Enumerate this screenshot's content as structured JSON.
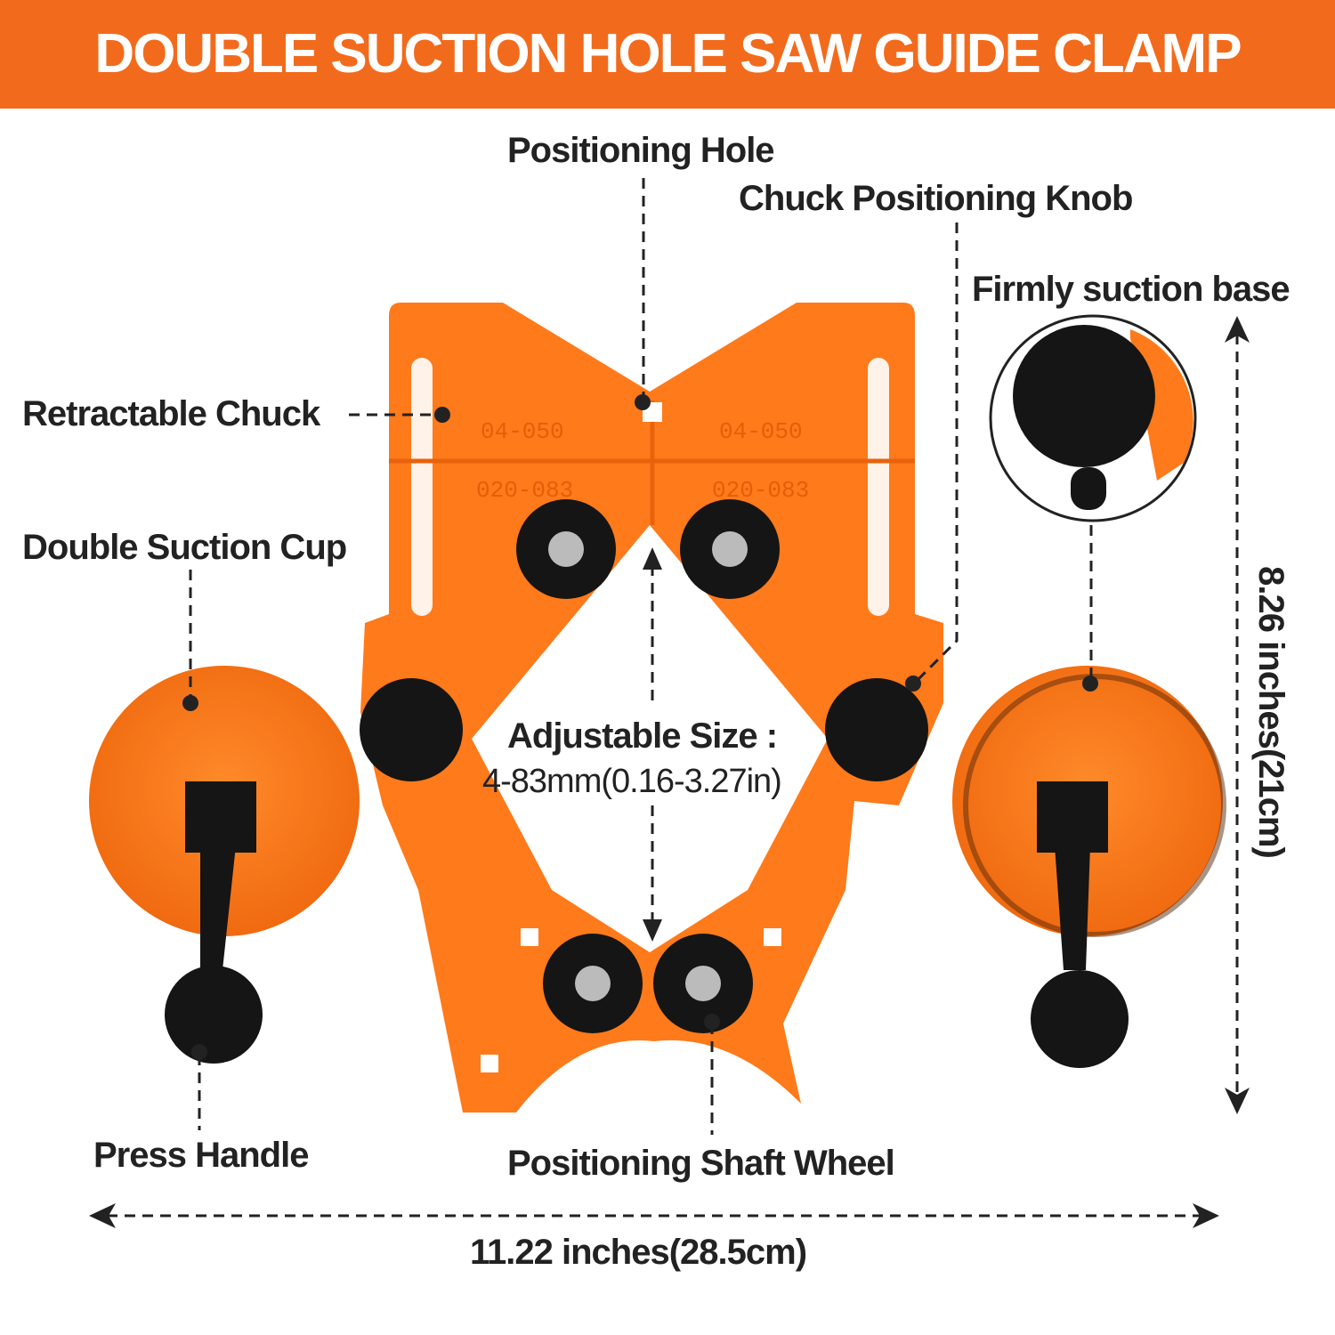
{
  "title": "DOUBLE SUCTION HOLE SAW GUIDE CLAMP",
  "labels": {
    "positioning_hole": "Positioning Hole",
    "chuck_knob": "Chuck Positioning Knob",
    "suction_base": "Firmly suction base",
    "retractable_chuck": "Retractable Chuck",
    "double_cup": "Double Suction Cup",
    "adjustable_title": "Adjustable Size :",
    "adjustable_range": "4-83mm(0.16-3.27in)",
    "press_handle": "Press Handle",
    "shaft_wheel": "Positioning Shaft Wheel",
    "width": "11.22 inches(28.5cm)",
    "height": "8.26 inches(21cm)"
  },
  "embossed": [
    "04-050",
    "04-050",
    "020-083",
    "020-083"
  ],
  "colors": {
    "accent": "#f26b1d",
    "tool": "#ff7a1a",
    "black": "#151515"
  }
}
